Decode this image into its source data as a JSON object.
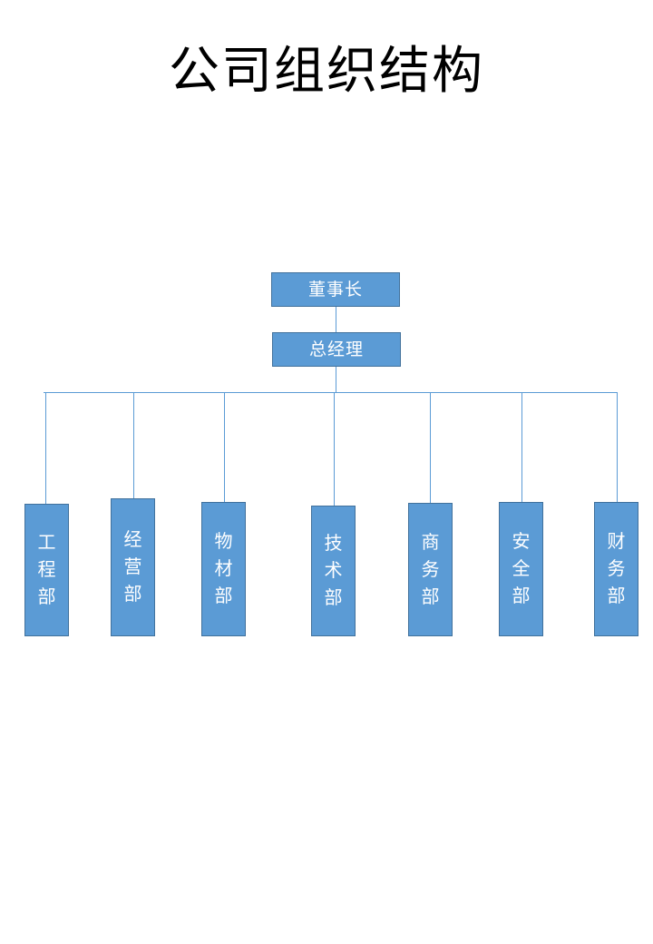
{
  "page": {
    "title": "公司组织结构",
    "background_color": "#FFFFFF"
  },
  "theme": {
    "node_fill": "#5B9BD5",
    "node_border": "#41719C",
    "node_text": "#FFFFFF",
    "connector_color": "#5B9BD5",
    "title_text": "#000000"
  },
  "org_chart": {
    "type": "organization-chart",
    "orientation": "top-down",
    "levels": [
      {
        "level": 1,
        "nodes": [
          {
            "id": "chairman",
            "label": "董事长",
            "orientation": "horizontal"
          }
        ]
      },
      {
        "level": 2,
        "nodes": [
          {
            "id": "general-manager",
            "label": "总经理",
            "orientation": "horizontal"
          }
        ]
      },
      {
        "level": 3,
        "nodes": [
          {
            "id": "dept-engineering",
            "label": "工程部",
            "orientation": "vertical"
          },
          {
            "id": "dept-operations",
            "label": "经营部",
            "orientation": "vertical"
          },
          {
            "id": "dept-materials",
            "label": "物材部",
            "orientation": "vertical"
          },
          {
            "id": "dept-technology",
            "label": "技术部",
            "orientation": "vertical"
          },
          {
            "id": "dept-business",
            "label": "商务部",
            "orientation": "vertical"
          },
          {
            "id": "dept-safety",
            "label": "安全部",
            "orientation": "vertical"
          },
          {
            "id": "dept-finance",
            "label": "财务部",
            "orientation": "vertical"
          }
        ]
      }
    ],
    "edges": [
      {
        "from": "chairman",
        "to": "general-manager"
      },
      {
        "from": "general-manager",
        "to": "dept-engineering"
      },
      {
        "from": "general-manager",
        "to": "dept-operations"
      },
      {
        "from": "general-manager",
        "to": "dept-materials"
      },
      {
        "from": "general-manager",
        "to": "dept-technology"
      },
      {
        "from": "general-manager",
        "to": "dept-business"
      },
      {
        "from": "general-manager",
        "to": "dept-safety"
      },
      {
        "from": "general-manager",
        "to": "dept-finance"
      }
    ]
  }
}
